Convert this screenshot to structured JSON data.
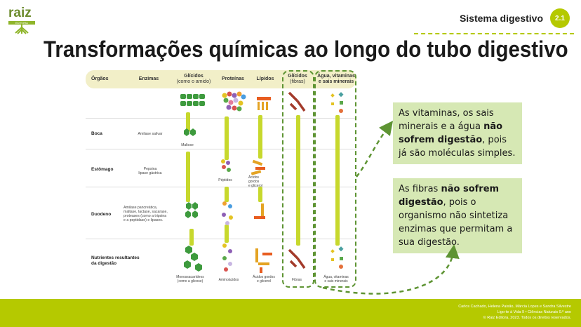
{
  "logo": {
    "text": "raiz",
    "band": "EDITORA"
  },
  "header": {
    "section": "Sistema digestivo",
    "badge": "2.1"
  },
  "title": "Transformações químicas ao longo do tubo digestivo",
  "table": {
    "columns": [
      "Órgãos",
      "Enzimas",
      "Glícidos\n(como o amido)",
      "Proteínas",
      "Lípidos",
      "Glícidos\n(fibras)",
      "Água, vitaminas\ne sais minerais"
    ],
    "col_glic1": "Glícidos",
    "col_glic2": "(como o amido)",
    "col_fib1": "Glícidos",
    "col_fib2": "(fibras)",
    "col_agua1": "Água, vitaminas",
    "col_agua2": "e sais minerais",
    "rows": {
      "boca": {
        "label": "Boca",
        "enzyme": "Amilase salivar",
        "caption": "Maltose"
      },
      "estomago": {
        "label": "Estômago",
        "enzyme1": "Pepsina",
        "enzyme2": "lipase gástrica",
        "caption": "Péptidos",
        "lip1": "Ácidos",
        "lip2": "gordos",
        "lip3": "e glicerol"
      },
      "duodeno": {
        "label": "Duodeno",
        "enz1": "Amilase pancreática,",
        "enz2": "maltase, lactase, sacarase,",
        "enz3": "proteases (como a tripsina",
        "enz4": "e a peptidase) e lipases."
      },
      "nutrientes": {
        "label1": "Nutrientes resultantes",
        "label2": "da digestão",
        "c1a": "Monossacarídeos",
        "c1b": "(como a glicose)",
        "c2": "Aminoácidos",
        "c3a": "Ácidos gordos",
        "c3b": "e glicerol",
        "c4": "Fibras",
        "c5a": "Água, vitaminas",
        "c5b": "e sais minerais"
      }
    }
  },
  "callouts": {
    "vitaminas": {
      "p1": "As vitaminas, os sais minerais e a água ",
      "bold": "não sofrem digestão",
      "p2": ", pois já são moléculas simples."
    },
    "fibras": {
      "p1": "As fibras ",
      "bold": "não sofrem digestão",
      "p2": ", pois o organismo não sintetiza enzimas que permitam a sua digestão."
    }
  },
  "footer": {
    "line1": "Carlos Cachado, Helena Paixão, Márcia Lopes e Sandra Silvestre",
    "line2": "Ligo-te à Vida 9 •  Ciências Naturais 9.º ano",
    "line3": "© Raiz Editora, 2023. Todos os direitos reservados."
  },
  "colors": {
    "accent": "#b5c900",
    "callout_bg": "#d6e8b4",
    "dash": "#5e9433"
  }
}
